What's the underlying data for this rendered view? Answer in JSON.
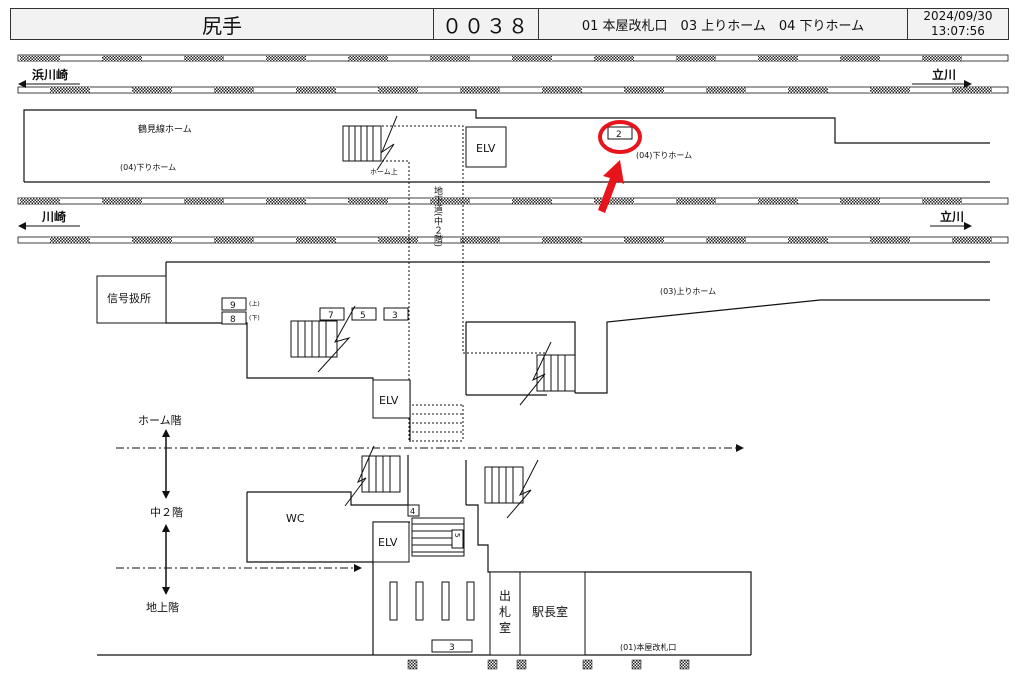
{
  "header": {
    "station_name": "尻手",
    "station_code": "００３８",
    "exits": "01 本屋改札口　03 上りホーム　04 下りホーム",
    "date": "2024/09/30",
    "time": "13:07:56"
  },
  "tracks": {
    "top_left_direction": "浜川崎",
    "top_right_direction": "立川",
    "mid_left_direction": "川崎",
    "mid_right_direction": "立川"
  },
  "labels": {
    "tsurumi_platform": "鶴見線ホーム",
    "platform04_left": "(04)下りホーム",
    "platform04_right": "(04)下りホーム",
    "platform03": "(03)上りホーム",
    "gate01": "(01)本屋改札口",
    "home_up": "ホーム上",
    "underpass": "地下道(中２階)",
    "signal_room": "信号扱所",
    "elv": "ELV",
    "wc": "WC",
    "ticket_office_1": "出",
    "ticket_office_2": "札",
    "ticket_office_3": "室",
    "station_master": "駅長室",
    "up_tag": "(上)",
    "down_tag": "(下)",
    "level_home": "ホーム階",
    "level_mid": "中２階",
    "level_ground": "地上階"
  },
  "boxes": {
    "b2": "2",
    "b3a": "3",
    "b4": "4",
    "b5a": "5",
    "b5b": "5",
    "b7": "7",
    "b8": "8",
    "b9": "9",
    "b3b": "3"
  },
  "colors": {
    "highlight": "#e8141b",
    "line": "#111111",
    "header_bg": "#f2f2f2"
  }
}
